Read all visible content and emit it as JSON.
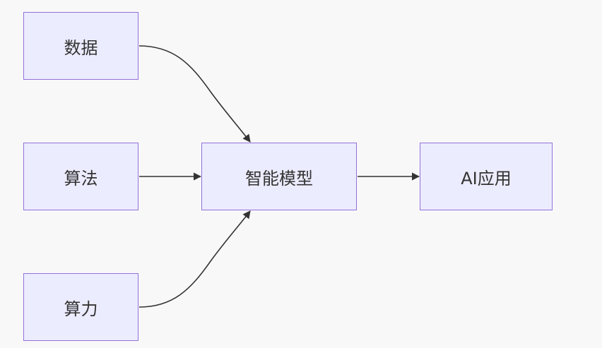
{
  "nodes": {
    "data": "数据",
    "algorithm": "算法",
    "compute": "算力",
    "model": "智能模型",
    "app": "AI应用"
  },
  "colors": {
    "background": "#f8f8f8",
    "node_fill": "#ececff",
    "node_border": "#9370db",
    "edge": "#333333",
    "text": "#333333"
  }
}
